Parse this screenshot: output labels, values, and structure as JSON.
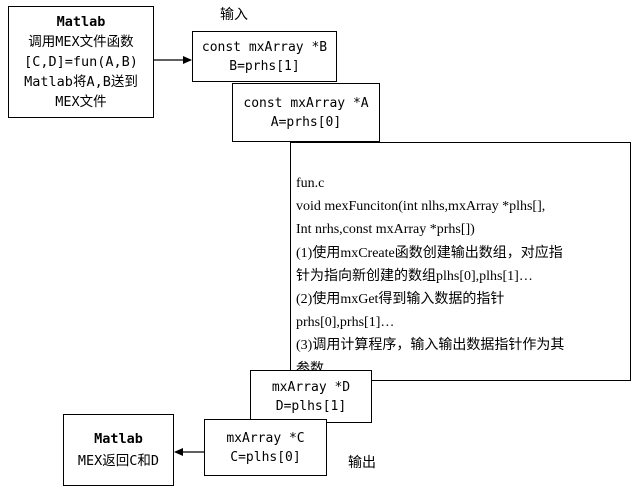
{
  "matlab_caller": {
    "lines": [
      "Matlab",
      "调用MEX文件函数",
      "[C,D]=fun(A,B)",
      "Matlab将A,B送到",
      "MEX文件"
    ]
  },
  "input_label": "输入",
  "output_label": "输出",
  "box_b": {
    "lines": [
      "const mxArray *B",
      "B=prhs[1]"
    ]
  },
  "box_a": {
    "lines": [
      "const mxArray *A",
      "A=prhs[0]"
    ]
  },
  "fun_box": {
    "lines": [
      "fun.c",
      "void  mexFunciton(int nlhs,mxArray *plhs[],",
      "Int nrhs,const mxArray *prhs[])",
      "(1)使用mxCreate函数创建输出数组，对应指",
      "针为指向新创建的数组plhs[0],plhs[1]…",
      "(2)使用mxGet得到输入数据的指针",
      "prhs[0],prhs[1]…",
      "(3)调用计算程序，输入输出数据指针作为其",
      "参数"
    ]
  },
  "box_d": {
    "lines": [
      "mxArray *D",
      "D=plhs[1]"
    ]
  },
  "box_c": {
    "lines": [
      "mxArray *C",
      "C=plhs[0]"
    ]
  },
  "matlab_return": {
    "lines": [
      "Matlab",
      "MEX返回C和D"
    ]
  }
}
